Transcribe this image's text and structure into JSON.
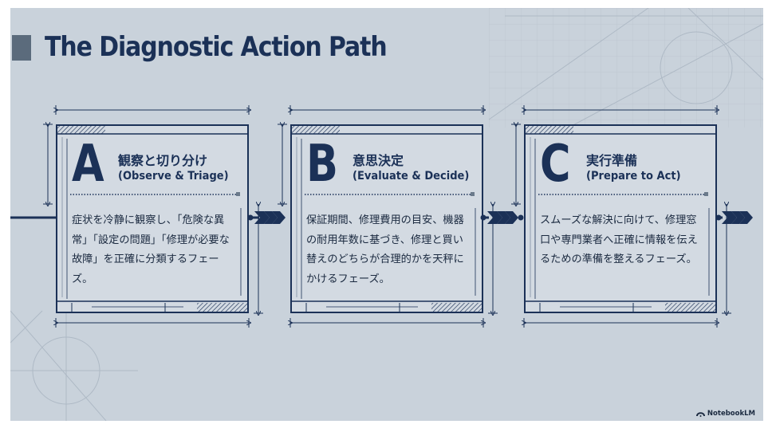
{
  "title": "The Diagnostic Action Path",
  "cards": [
    {
      "letter": "A",
      "title": "観察と切り分け",
      "subtitle": "(Observe & Triage)",
      "body": "症状を冷静に観察し、「危険な異常」「設定の問題」「修理が必要な故障」を正確に分類するフェーズ。"
    },
    {
      "letter": "B",
      "title": "意思決定",
      "subtitle": "(Evaluate & Decide)",
      "body": "保証期間、修理費用の目安、機器の耐用年数に基づき、修理と買い替えのどちらが合理的かを天秤にかけるフェーズ。"
    },
    {
      "letter": "C",
      "title": "実行準備",
      "subtitle": "(Prepare to Act)",
      "body": "スムーズな解決に向けて、修理窓口や専門業者へ正確に情報を伝えるための準備を整えるフェーズ。"
    }
  ],
  "logo": {
    "text": "NotebookLM",
    "icon": "notebooklm-logo-icon"
  },
  "colors": {
    "background": "#c9d2db",
    "card": "#d3dae2",
    "navy": "#1b3157",
    "accent_gray": "#5b6b7c"
  }
}
